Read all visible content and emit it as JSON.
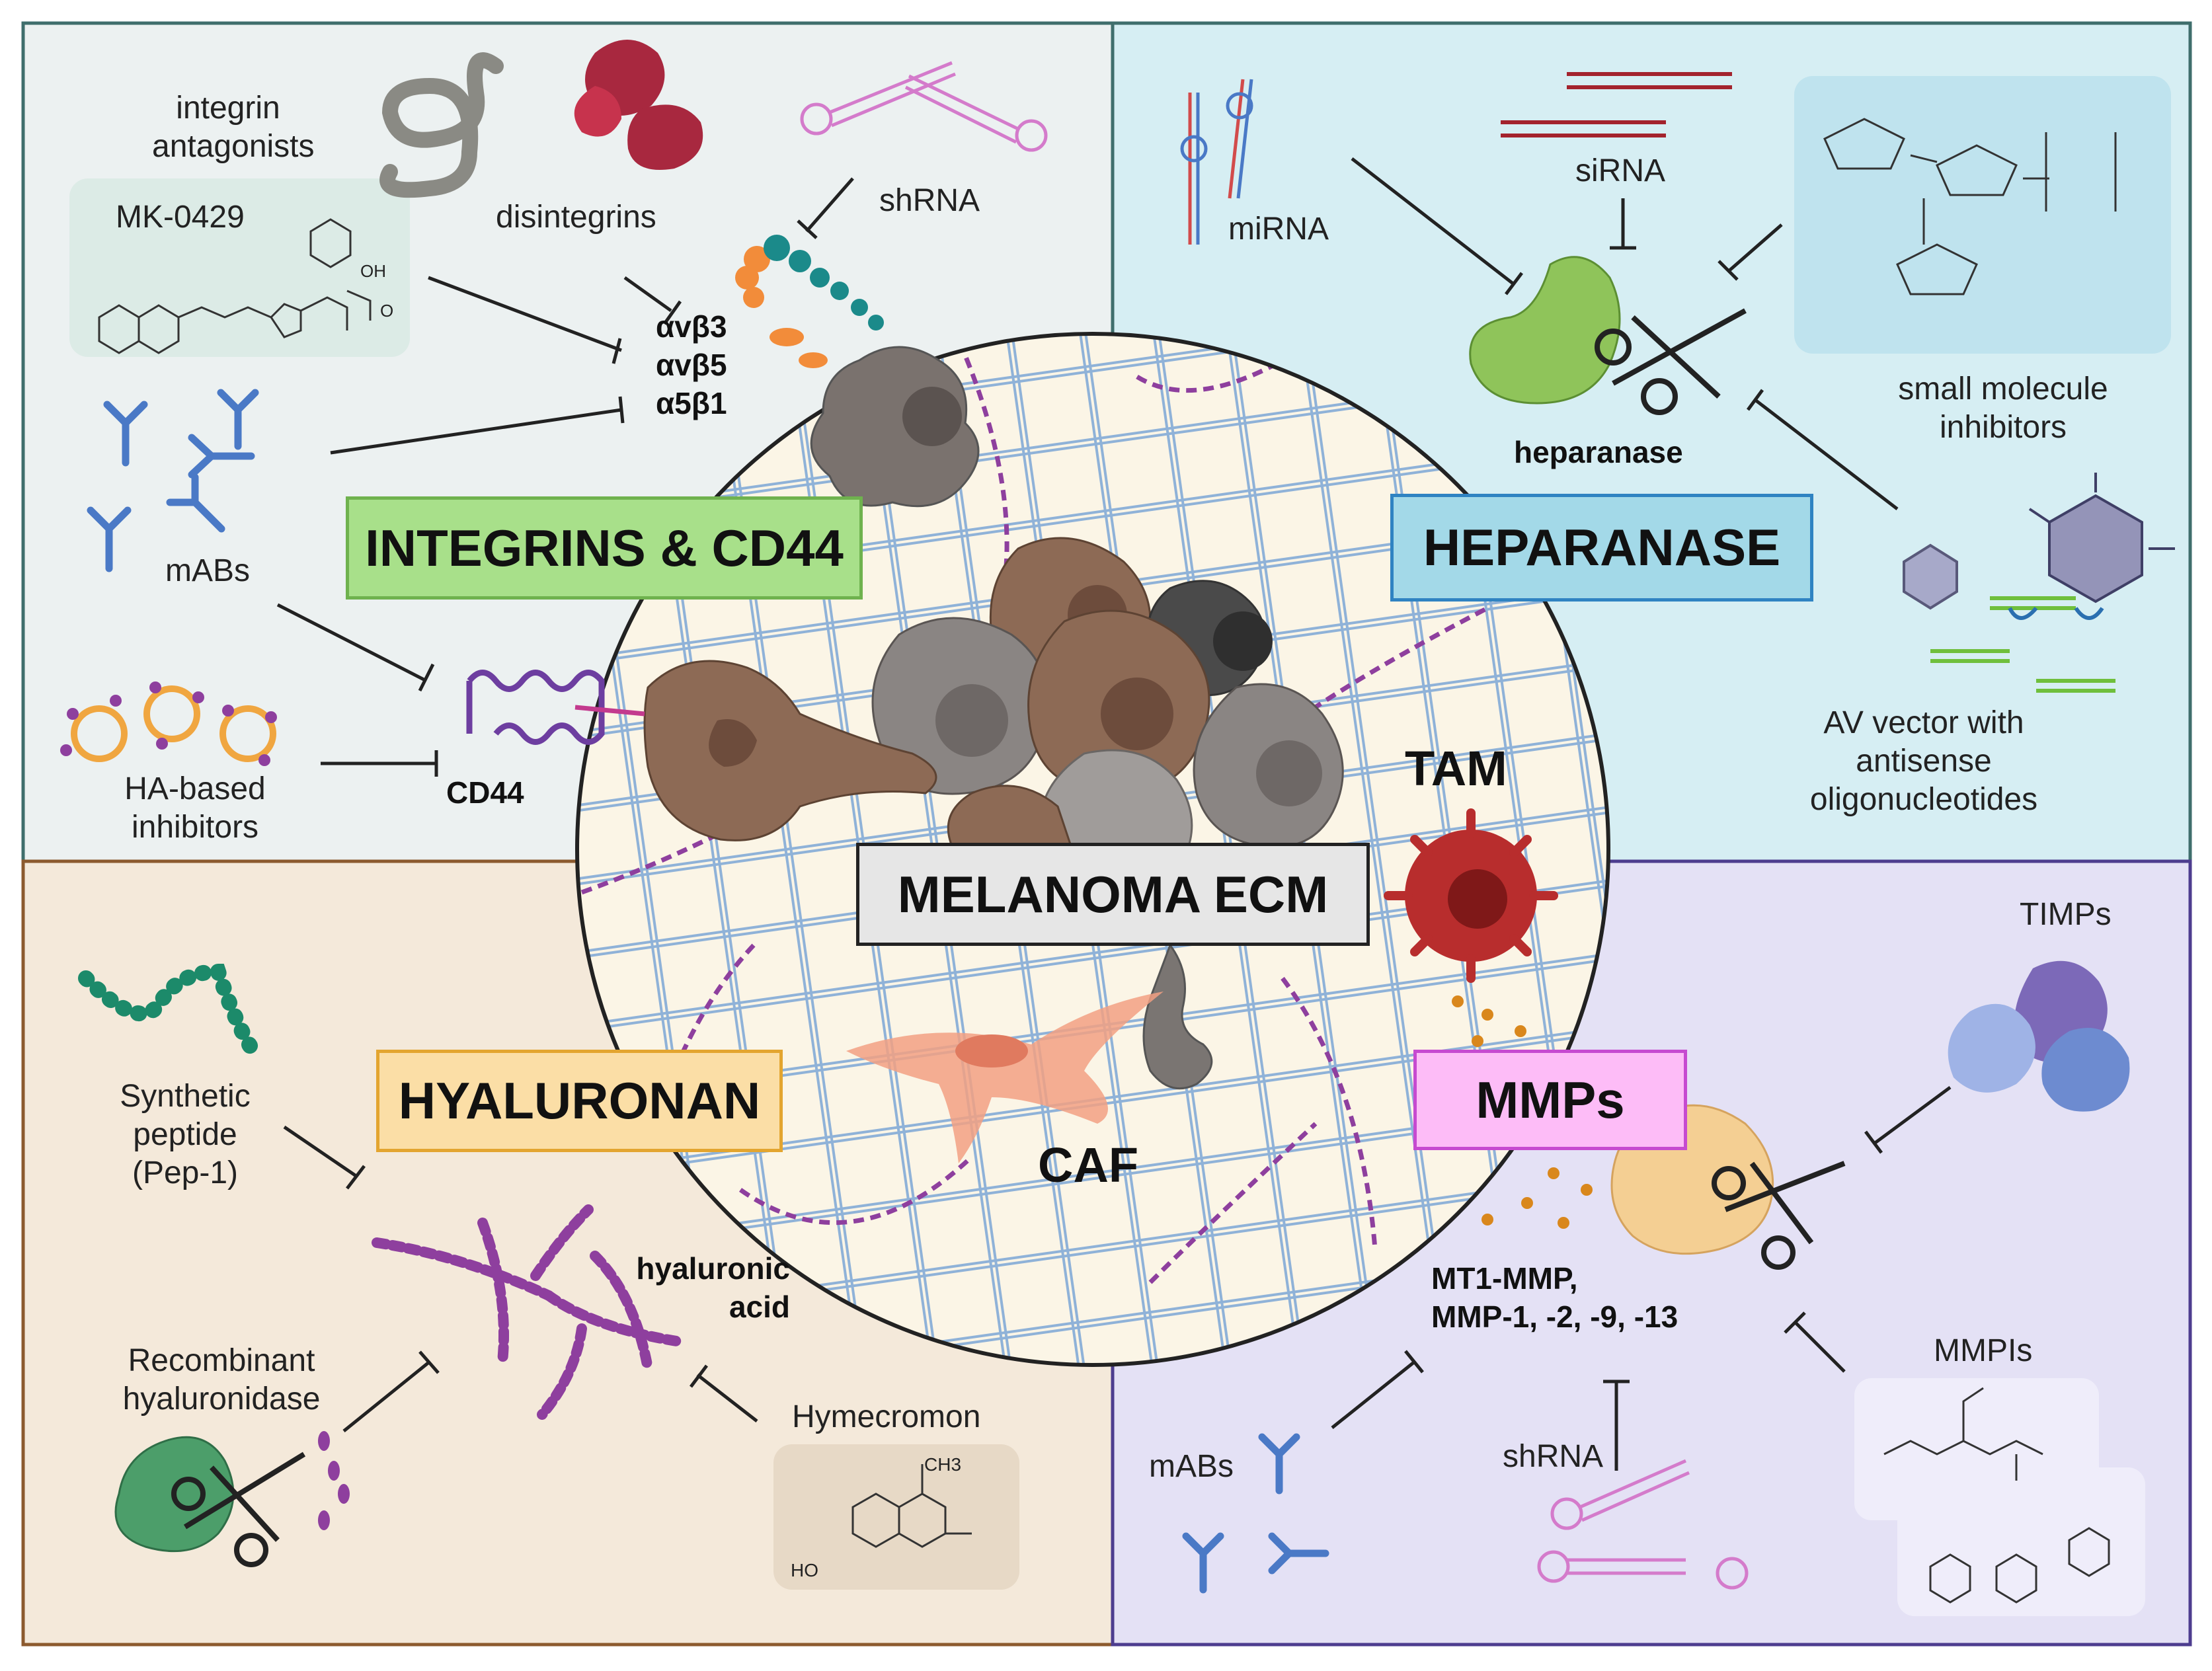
{
  "center": {
    "title": "MELANOMA ECM",
    "cells": {
      "tam": "TAM",
      "caf": "CAF"
    }
  },
  "integrins": {
    "title": "INTEGRINS & CD44",
    "antagonists_label": [
      "integrin",
      "antagonists"
    ],
    "compound": "MK-0429",
    "disintegrins": "disintegrins",
    "shrna": "shRNA",
    "targets": [
      "αvβ3",
      "αvβ5",
      "α5β1"
    ],
    "mabs": "mABs",
    "cd44": "CD44",
    "ha_inhibitors": [
      "HA-based",
      "inhibitors"
    ],
    "oh_label": "OH",
    "o_label": "O"
  },
  "heparanase": {
    "title": "HEPARANASE",
    "mirna": "miRNA",
    "sirna": "siRNA",
    "enzyme": "heparanase",
    "small_molecule": [
      "small molecule",
      "inhibitors"
    ],
    "av_vector": [
      "AV vector with",
      "antisense",
      "oligonucleotides"
    ]
  },
  "hyaluronan": {
    "title": "HYALURONAN",
    "peptide": [
      "Synthetic",
      "peptide",
      "(Pep-1)"
    ],
    "hyaluronic_acid": [
      "hyaluronic",
      "acid"
    ],
    "recombinant": [
      "Recombinant",
      "hyaluronidase"
    ],
    "hymecromon": "Hymecromon",
    "chem_ho": "HO",
    "chem_ch3": "CH3"
  },
  "mmps": {
    "title": "MMPs",
    "timps": "TIMPs",
    "targets": [
      "MT1-MMP,",
      "MMP-1, -2, -9, -13"
    ],
    "mabs": "mABs",
    "shrna": "shRNA",
    "mmpis": "MMPIs"
  },
  "colors": {
    "integrins_bg": "#ecf1f1",
    "heparanase_bg": "#d6eef3",
    "hyaluronan_bg": "#f4e9da",
    "mmps_bg": "#e4e1f5",
    "integrins_box": "#a8e08a",
    "heparanase_box": "#a3d9e8",
    "hyaluronan_box": "#fbdea6",
    "mmps_box": "#fdbcf7",
    "ecm_box": "#e6e6e6",
    "antibody": "#4a79c6",
    "ha_chain": "#8e3f9e",
    "grid": "#8fb2d8"
  }
}
